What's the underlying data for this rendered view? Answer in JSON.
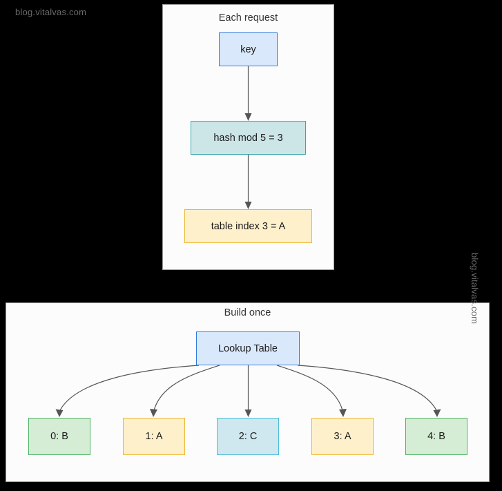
{
  "watermarks": {
    "top_left": "blog.vitalvas.com",
    "right_vertical": "blog.vitalvas.com"
  },
  "groups": {
    "each_request": {
      "title": "Each request"
    },
    "build_once": {
      "title": "Build once"
    }
  },
  "each_request_flow": {
    "nodes": [
      {
        "id": "key",
        "label": "key",
        "style": "fill-blue"
      },
      {
        "id": "hash",
        "label": "hash mod 5 = 3",
        "style": "fill-teal"
      },
      {
        "id": "table_index",
        "label": "table index 3 = A",
        "style": "fill-yellow"
      }
    ]
  },
  "build_once_flow": {
    "root": {
      "id": "lookup_table",
      "label": "Lookup Table",
      "style": "fill-blue"
    },
    "slots": [
      {
        "index": 0,
        "label": "0: B",
        "style": "fill-green"
      },
      {
        "index": 1,
        "label": "1: A",
        "style": "fill-yellow"
      },
      {
        "index": 2,
        "label": "2: C",
        "style": "fill-cyan"
      },
      {
        "index": 3,
        "label": "3: A",
        "style": "fill-yellow"
      },
      {
        "index": 4,
        "label": "4: B",
        "style": "fill-green"
      }
    ]
  },
  "colors": {
    "page_background": "#000000",
    "group_background": "#fcfcfc",
    "group_border": "#9a9a9a",
    "edge": "#555555",
    "text": "#1a1a1a",
    "title_text": "#333333",
    "watermark_text": "#6a6a6a",
    "blue_fill": "#dae8fc",
    "blue_stroke": "#2f7ddb",
    "teal_fill": "#cce5e6",
    "teal_stroke": "#3aa7ad",
    "cyan_fill": "#cfe8ef",
    "cyan_stroke": "#48bcd8",
    "yellow_fill": "#fff0cc",
    "yellow_stroke": "#ecb730",
    "green_fill": "#d5ecd5",
    "green_stroke": "#4cb262"
  }
}
